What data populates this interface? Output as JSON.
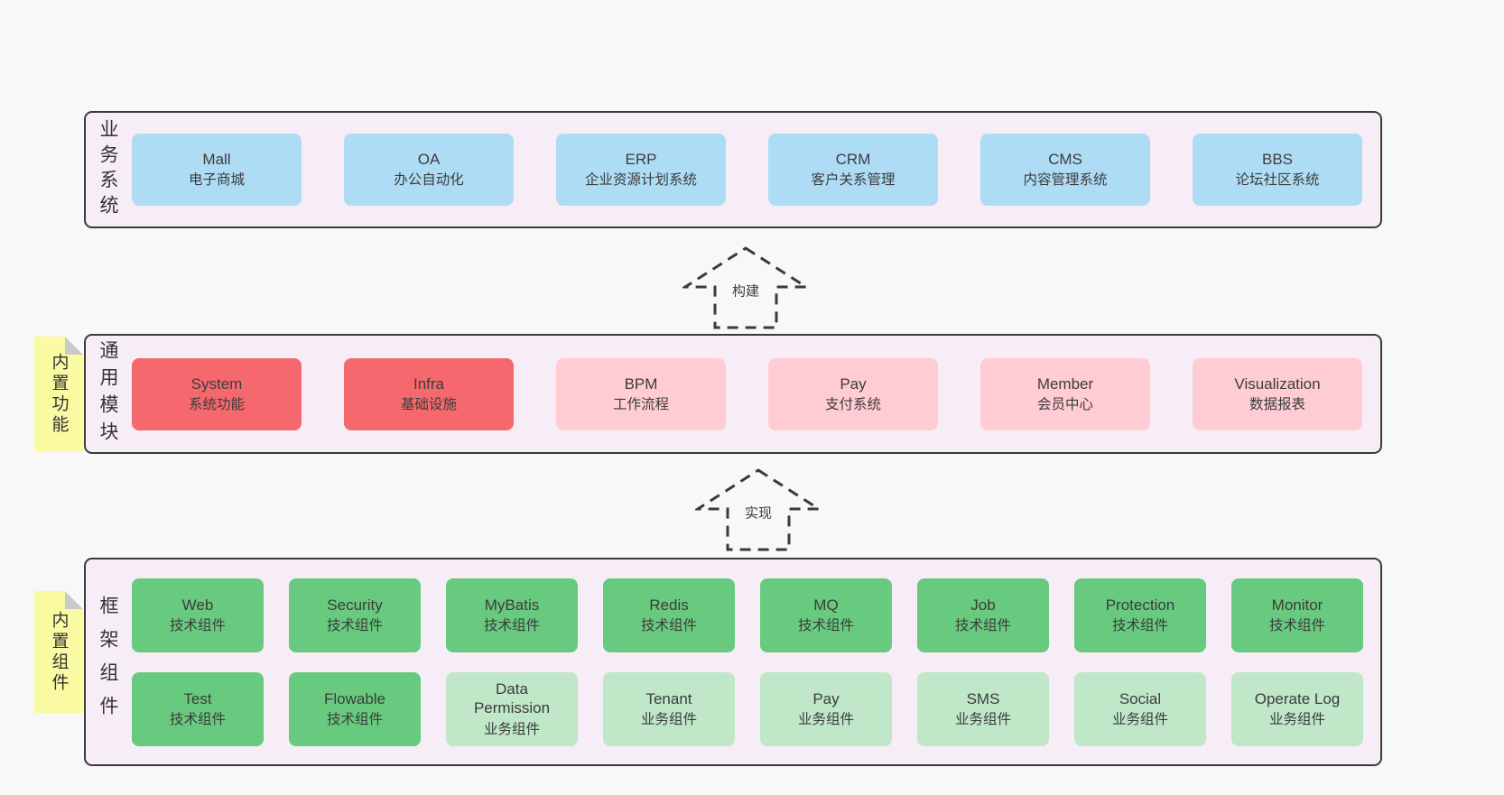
{
  "layers": [
    {
      "label": "业务系统",
      "boxes": [
        {
          "title": "Mall",
          "subtitle": "电子商城",
          "variant": "blue"
        },
        {
          "title": "OA",
          "subtitle": "办公自动化",
          "variant": "blue"
        },
        {
          "title": "ERP",
          "subtitle": "企业资源计划系统",
          "variant": "blue"
        },
        {
          "title": "CRM",
          "subtitle": "客户关系管理",
          "variant": "blue"
        },
        {
          "title": "CMS",
          "subtitle": "内容管理系统",
          "variant": "blue"
        },
        {
          "title": "BBS",
          "subtitle": "论坛社区系统",
          "variant": "blue"
        }
      ]
    },
    {
      "label": "通用模块",
      "tag": "内置功能",
      "boxes": [
        {
          "title": "System",
          "subtitle": "系统功能",
          "variant": "red"
        },
        {
          "title": "Infra",
          "subtitle": "基础设施",
          "variant": "red"
        },
        {
          "title": "BPM",
          "subtitle": "工作流程",
          "variant": "pink"
        },
        {
          "title": "Pay",
          "subtitle": "支付系统",
          "variant": "pink"
        },
        {
          "title": "Member",
          "subtitle": "会员中心",
          "variant": "pink"
        },
        {
          "title": "Visualization",
          "subtitle": "数据报表",
          "variant": "pink"
        }
      ]
    },
    {
      "label": "框架组件",
      "tag": "内置组件",
      "rows": [
        [
          {
            "title": "Web",
            "subtitle": "技术组件",
            "variant": "green"
          },
          {
            "title": "Security",
            "subtitle": "技术组件",
            "variant": "green"
          },
          {
            "title": "MyBatis",
            "subtitle": "技术组件",
            "variant": "green"
          },
          {
            "title": "Redis",
            "subtitle": "技术组件",
            "variant": "green"
          },
          {
            "title": "MQ",
            "subtitle": "技术组件",
            "variant": "green"
          },
          {
            "title": "Job",
            "subtitle": "技术组件",
            "variant": "green"
          },
          {
            "title": "Protection",
            "subtitle": "技术组件",
            "variant": "green"
          },
          {
            "title": "Monitor",
            "subtitle": "技术组件",
            "variant": "green"
          }
        ],
        [
          {
            "title": "Test",
            "subtitle": "技术组件",
            "variant": "green"
          },
          {
            "title": "Flowable",
            "subtitle": "技术组件",
            "variant": "green"
          },
          {
            "title": "Data Permission",
            "subtitle": "业务组件",
            "variant": "lightgreen"
          },
          {
            "title": "Tenant",
            "subtitle": "业务组件",
            "variant": "lightgreen"
          },
          {
            "title": "Pay",
            "subtitle": "业务组件",
            "variant": "lightgreen"
          },
          {
            "title": "SMS",
            "subtitle": "业务组件",
            "variant": "lightgreen"
          },
          {
            "title": "Social",
            "subtitle": "业务组件",
            "variant": "lightgreen"
          },
          {
            "title": "Operate Log",
            "subtitle": "业务组件",
            "variant": "lightgreen"
          }
        ]
      ]
    }
  ],
  "arrows": [
    {
      "label": "构建"
    },
    {
      "label": "实现"
    }
  ],
  "colors": {
    "page_bg": "#f8f8f8",
    "layer_bg": "#f7edf6",
    "border": "#3a3a3a",
    "business_box": "#aedcf5",
    "core_module_box": "#f5696e",
    "module_box": "#ffccd4",
    "tech_component_box": "#68ca7e",
    "biz_component_box": "#bfe7c8",
    "sticky_tag": "#fafaa2",
    "sticky_fold": "#c9c9c9"
  }
}
